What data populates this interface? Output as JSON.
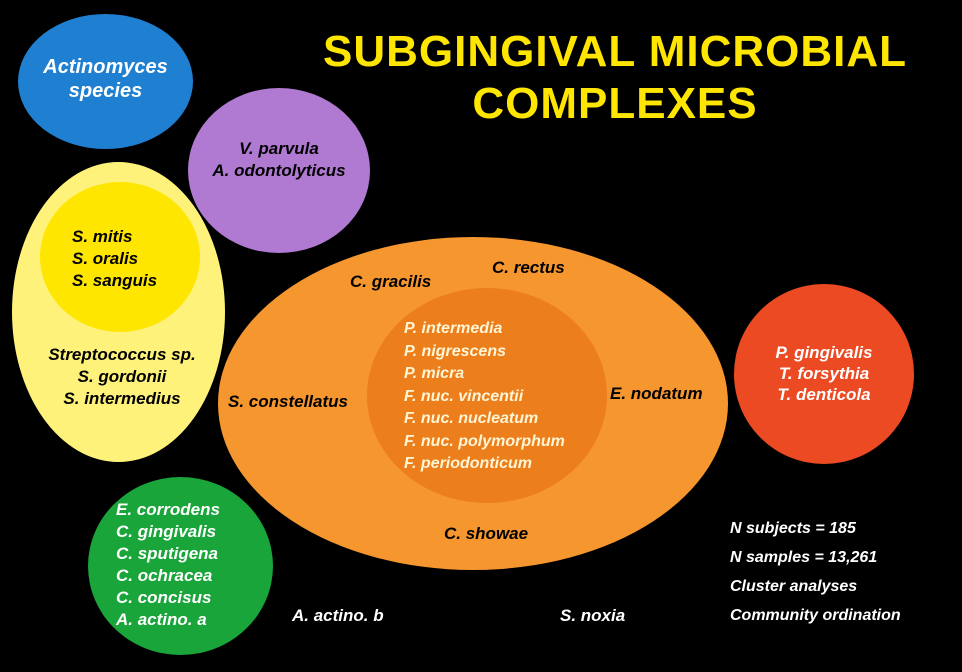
{
  "title": {
    "line1": "SUBGINGIVAL MICROBIAL",
    "line2": "COMPLEXES"
  },
  "colors": {
    "actinomyces": "#1f7fd1",
    "purple": "#b07ad2",
    "yellow_outer": "#fff27a",
    "yellow_inner": "#ffe600",
    "orange_outer": "#f5962f",
    "orange_inner": "#ed7e1c",
    "red": "#ec4a22",
    "green": "#1aa53a",
    "title": "#ffe600"
  },
  "complexes": {
    "actinomyces": {
      "line1": "Actinomyces",
      "line2": "species"
    },
    "purple": [
      "V. parvula",
      "A. odontolyticus"
    ],
    "yellow_inner": [
      "S. mitis",
      "S. oralis",
      "S. sanguis"
    ],
    "yellow_outer": [
      "Streptococcus sp.",
      "S. gordonii",
      "S. intermedius"
    ],
    "orange_outer": {
      "gracilis": "C. gracilis",
      "rectus": "C. rectus",
      "constellatus": "S. constellatus",
      "nodatum": "E. nodatum",
      "showae": "C. showae"
    },
    "orange_inner": [
      "P. intermedia",
      "P. nigrescens",
      "P. micra",
      "F. nuc. vincentii",
      "F. nuc. nucleatum",
      "F. nuc. polymorphum",
      "F. periodonticum"
    ],
    "red": [
      "P. gingivalis",
      "T. forsythia",
      "T. denticola"
    ],
    "green": [
      "E. corrodens",
      "C. gingivalis",
      "C. sputigena",
      "C. ochracea",
      "C. concisus",
      "A. actino. a"
    ]
  },
  "unclustered": {
    "actino_b": "A. actino. b",
    "noxia": "S. noxia"
  },
  "study_notes": [
    "N subjects = 185",
    "N samples = 13,261",
    "Cluster analyses",
    "Community ordination"
  ]
}
